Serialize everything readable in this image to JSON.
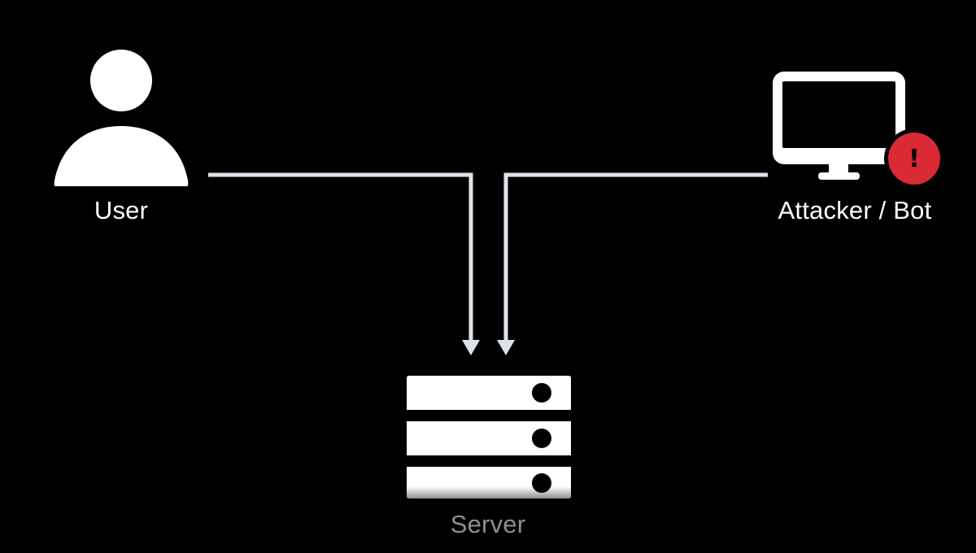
{
  "diagram": {
    "nodes": {
      "user": {
        "label": "User",
        "icon": "user-icon"
      },
      "attacker": {
        "label": "Attacker / Bot",
        "icon": "computer-icon",
        "badge_icon": "alert-icon",
        "badge_text": "!"
      },
      "server": {
        "label": "Server",
        "icon": "server-icon"
      }
    },
    "edges": [
      {
        "from": "user",
        "to": "server"
      },
      {
        "from": "attacker",
        "to": "server"
      }
    ]
  },
  "colors": {
    "background": "#000000",
    "icon": "#ffffff",
    "connector": "#dce3ea",
    "alert": "#d92a35",
    "server_label": "#8e8e93"
  }
}
